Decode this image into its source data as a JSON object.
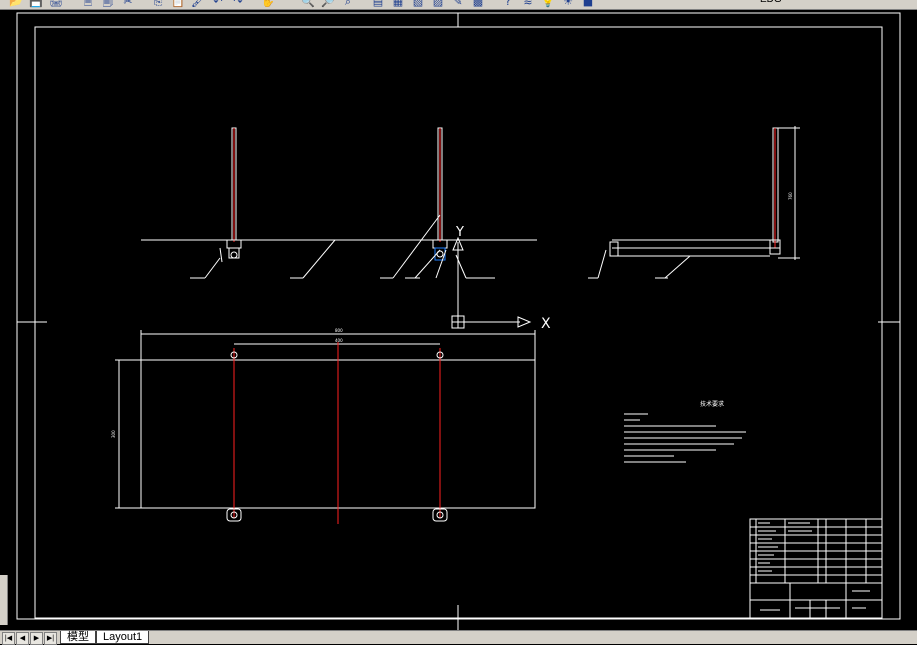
{
  "toolbar": {
    "buttons": [
      {
        "name": "open-file-icon",
        "glyph": "📂"
      },
      {
        "name": "save-icon",
        "glyph": "💾"
      },
      {
        "name": "print-icon",
        "glyph": "🖨"
      },
      {
        "name": "plot-preview-icon",
        "glyph": "🗎"
      },
      {
        "name": "publish-icon",
        "glyph": "🗐"
      },
      {
        "name": "cut-icon",
        "glyph": "✂"
      },
      {
        "name": "copy-icon",
        "glyph": "⎘"
      },
      {
        "name": "paste-icon",
        "glyph": "📋"
      },
      {
        "name": "match-properties-icon",
        "glyph": "🖌"
      },
      {
        "name": "undo-icon",
        "glyph": "↶"
      },
      {
        "name": "redo-icon",
        "glyph": "↷"
      },
      {
        "name": "pan-icon",
        "glyph": "✋"
      },
      {
        "name": "zoom-realtime-icon",
        "glyph": "🔍"
      },
      {
        "name": "zoom-window-icon",
        "glyph": "🔎"
      },
      {
        "name": "zoom-previous-icon",
        "glyph": "⌕"
      },
      {
        "name": "properties-icon",
        "glyph": "▤"
      },
      {
        "name": "design-center-icon",
        "glyph": "▦"
      },
      {
        "name": "tool-palettes-icon",
        "glyph": "▧"
      },
      {
        "name": "sheet-set-icon",
        "glyph": "▨"
      },
      {
        "name": "markup-icon",
        "glyph": "✎"
      },
      {
        "name": "calculator-icon",
        "glyph": "▩"
      },
      {
        "name": "help-icon",
        "glyph": "?"
      },
      {
        "name": "layer-manager-icon",
        "glyph": "≋"
      },
      {
        "name": "layer-on-icon",
        "glyph": "💡"
      },
      {
        "name": "layer-freeze-icon",
        "glyph": "☀"
      },
      {
        "name": "layer-color-icon",
        "glyph": "■"
      }
    ],
    "layer_name": "EDG"
  },
  "drawing": {
    "background": "#000000",
    "line_color": "#ffffff",
    "red_color": "#ff2020",
    "axis_y_label": "Y",
    "axis_x_label": "X",
    "notes_title": "技术要求",
    "dim_width": "800",
    "dim_spacing": "400",
    "dim_height": "300",
    "dim_side_height": "760"
  },
  "tabs": {
    "model_label": "模型",
    "layout_label": "Layout1"
  }
}
